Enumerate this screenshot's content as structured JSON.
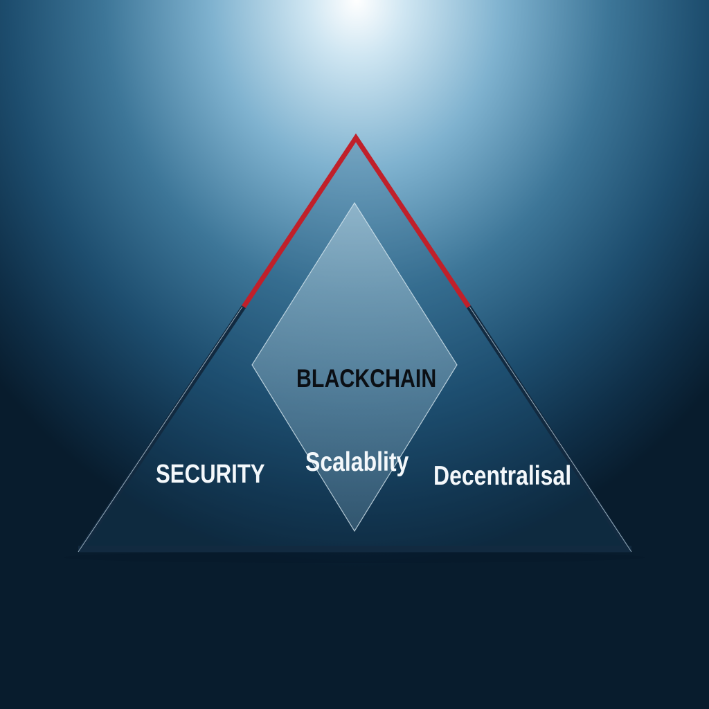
{
  "diagram": {
    "center_label": "BLACKCHAIN",
    "labels": {
      "left": "SECURITY",
      "middle": "Scalablity",
      "right": "Decentralisal"
    },
    "colors": {
      "accent_red": "#c0202a",
      "edge_dark": "#122a40",
      "text_light": "#f4f8fb",
      "text_dark": "#0b0f14"
    }
  }
}
